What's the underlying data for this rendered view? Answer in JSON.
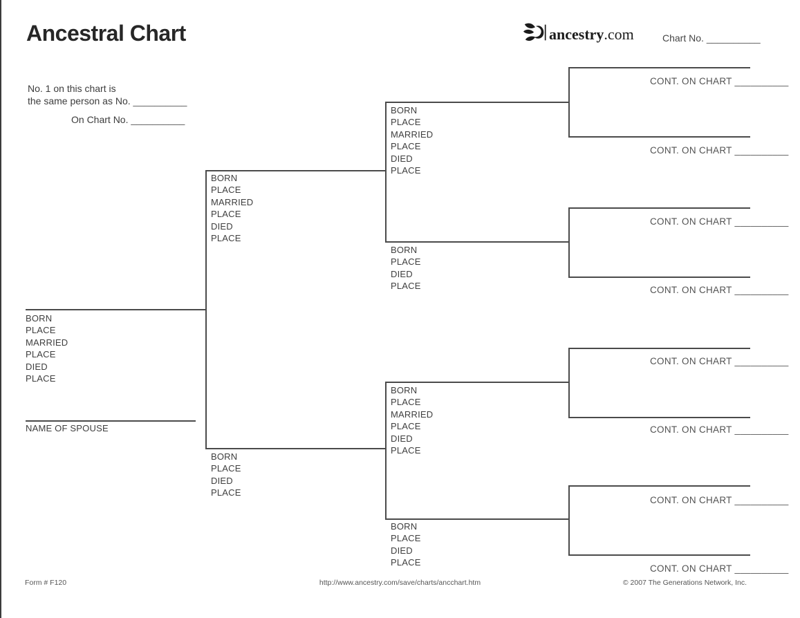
{
  "page": {
    "title": "Ancestral Chart",
    "chart_no_label": "Chart No.",
    "blank": "__________"
  },
  "logo": {
    "name": "ancestry.com",
    "text_bold": "ancestry",
    "text_regular": ".com"
  },
  "instructions": {
    "line1": "No. 1 on this chart is",
    "line2": "the same person as No.",
    "line3": "On Chart No."
  },
  "fields": {
    "full": [
      "BORN",
      "PLACE",
      "MARRIED",
      "PLACE",
      "DIED",
      "PLACE"
    ],
    "short": [
      "BORN",
      "PLACE",
      "DIED",
      "PLACE"
    ],
    "spouse": "NAME OF SPOUSE",
    "cont": "CONT. ON CHART"
  },
  "footer": {
    "form_no": "Form # F120",
    "url": "http://www.ancestry.com/save/charts/ancchart.htm",
    "copyright": "© 2007 The Generations Network, Inc."
  },
  "colors": {
    "line": "#4a4a4a",
    "text": "#3e3e3e",
    "muted": "#555555"
  }
}
